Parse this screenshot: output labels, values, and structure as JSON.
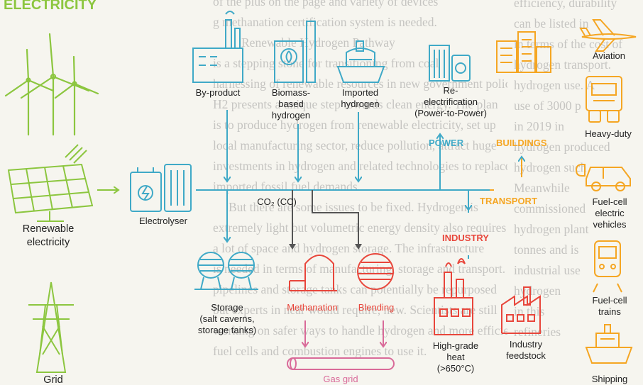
{
  "header": {
    "title": "ELECTRICITY"
  },
  "sources": {
    "renewable": "Renewable\nelectricity",
    "grid": "Grid",
    "electrolyser": "Electrolyser"
  },
  "inputs": {
    "by_product": "By-product",
    "biomass": "Biomass-\nbased\nhydrogen",
    "imported": "Imported\nhydrogen",
    "reelectrification": "Re-\nelectrification\n(Power-to-Power)"
  },
  "middle": {
    "co2": "CO₂ (CC)",
    "storage": "Storage\n(salt caverns,\nstorage tanks)",
    "methanation": "Methanation",
    "blending": "Blending",
    "gas_grid": "Gas grid"
  },
  "sectors": {
    "power": "POWER",
    "buildings": "BUILDINGS",
    "transport": "TRANSPORT",
    "industry": "INDUSTRY"
  },
  "industry_uses": {
    "high_grade_heat": "High-grade\nheat\n(>650°C)",
    "feedstock": "Industry\nfeedstock"
  },
  "transport_uses": {
    "aviation": "Aviation",
    "heavy_duty": "Heavy-duty",
    "fcev": "Fuel-cell\nelectric\nvehicles",
    "trains": "Fuel-cell\ntrains",
    "shipping": "Shipping"
  },
  "background_text": [
    "of the plus on the page and variety of devices",
    "g methanation certification system is needed.",
    "Renewable Hydrogen Pathway",
    "is a stepping stone for transitioning from coal",
    "harnessing of renewable resources in new government policies",
    "H2 presents a unique step towards clean energy. The plan",
    "is to produce hydrogen from renewable electricity, set up",
    "local manufacturing sector, reduce pollution, attract huge",
    "investments in hydrogen and related technologies to replace",
    "imported fossil fuel demands.",
    "But there are some issues to be fixed. Hydrogen is",
    "extremely light but volumetric energy density also requires",
    "a lot of space and hydrogen storage. The infrastructure",
    "is needed in terms of manufacturing, storage and transport.",
    "pipelines and storage tanks can potentially be repurposed",
    "but experts in near would require, new. Scientists are still",
    "working on safer ways to handle hydrogen and more efficient",
    "fuel cells and combustion engines to use it."
  ],
  "background_right": [
    "efficiency, durability",
    "can be listed in",
    "in terms of the cost of",
    "hydrogen transport.",
    "hydrogen use. A",
    "use of 3000 p",
    "in 2019 in",
    "hydrogen produced",
    "hydrogen such",
    "Meanwhile",
    "commissioned",
    "hydrogen plant",
    "tonnes and is",
    "industrial use",
    "hydrogen",
    "in this",
    "refineries"
  ],
  "colors": {
    "green": "#8cc63f",
    "teal": "#3fa9c7",
    "orange": "#f5a623",
    "red": "#e8463b",
    "pink": "#d96a99",
    "gray": "#555555"
  }
}
